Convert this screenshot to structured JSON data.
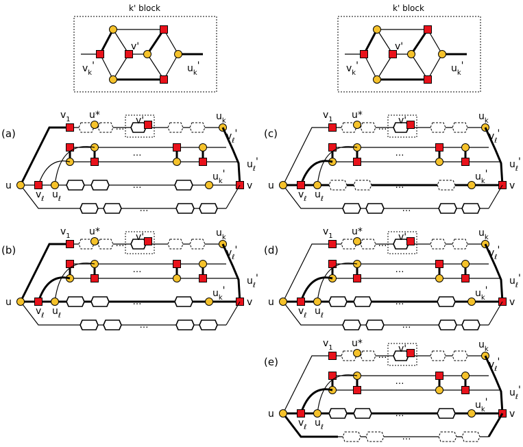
{
  "colors": {
    "square": "#e8121b",
    "circle": "#f5c22b",
    "stroke": "#000000"
  },
  "block_titles": {
    "left": "k' block",
    "right": "k' block"
  },
  "labels": {
    "v": "v",
    "u": "u",
    "v1": "v",
    "one": "1",
    "uk": "u",
    "k": "k",
    "ustar": "u*",
    "vprime": "v'",
    "vk": "v",
    "uk_prime_base": "u",
    "prime": "'",
    "ell": "ℓ",
    "dots": "…"
  },
  "panels": [
    {
      "id": "a",
      "label": "(a)"
    },
    {
      "id": "b",
      "label": "(b)"
    },
    {
      "id": "c",
      "label": "(c)"
    },
    {
      "id": "d",
      "label": "(d)"
    },
    {
      "id": "e",
      "label": "(e)"
    }
  ]
}
